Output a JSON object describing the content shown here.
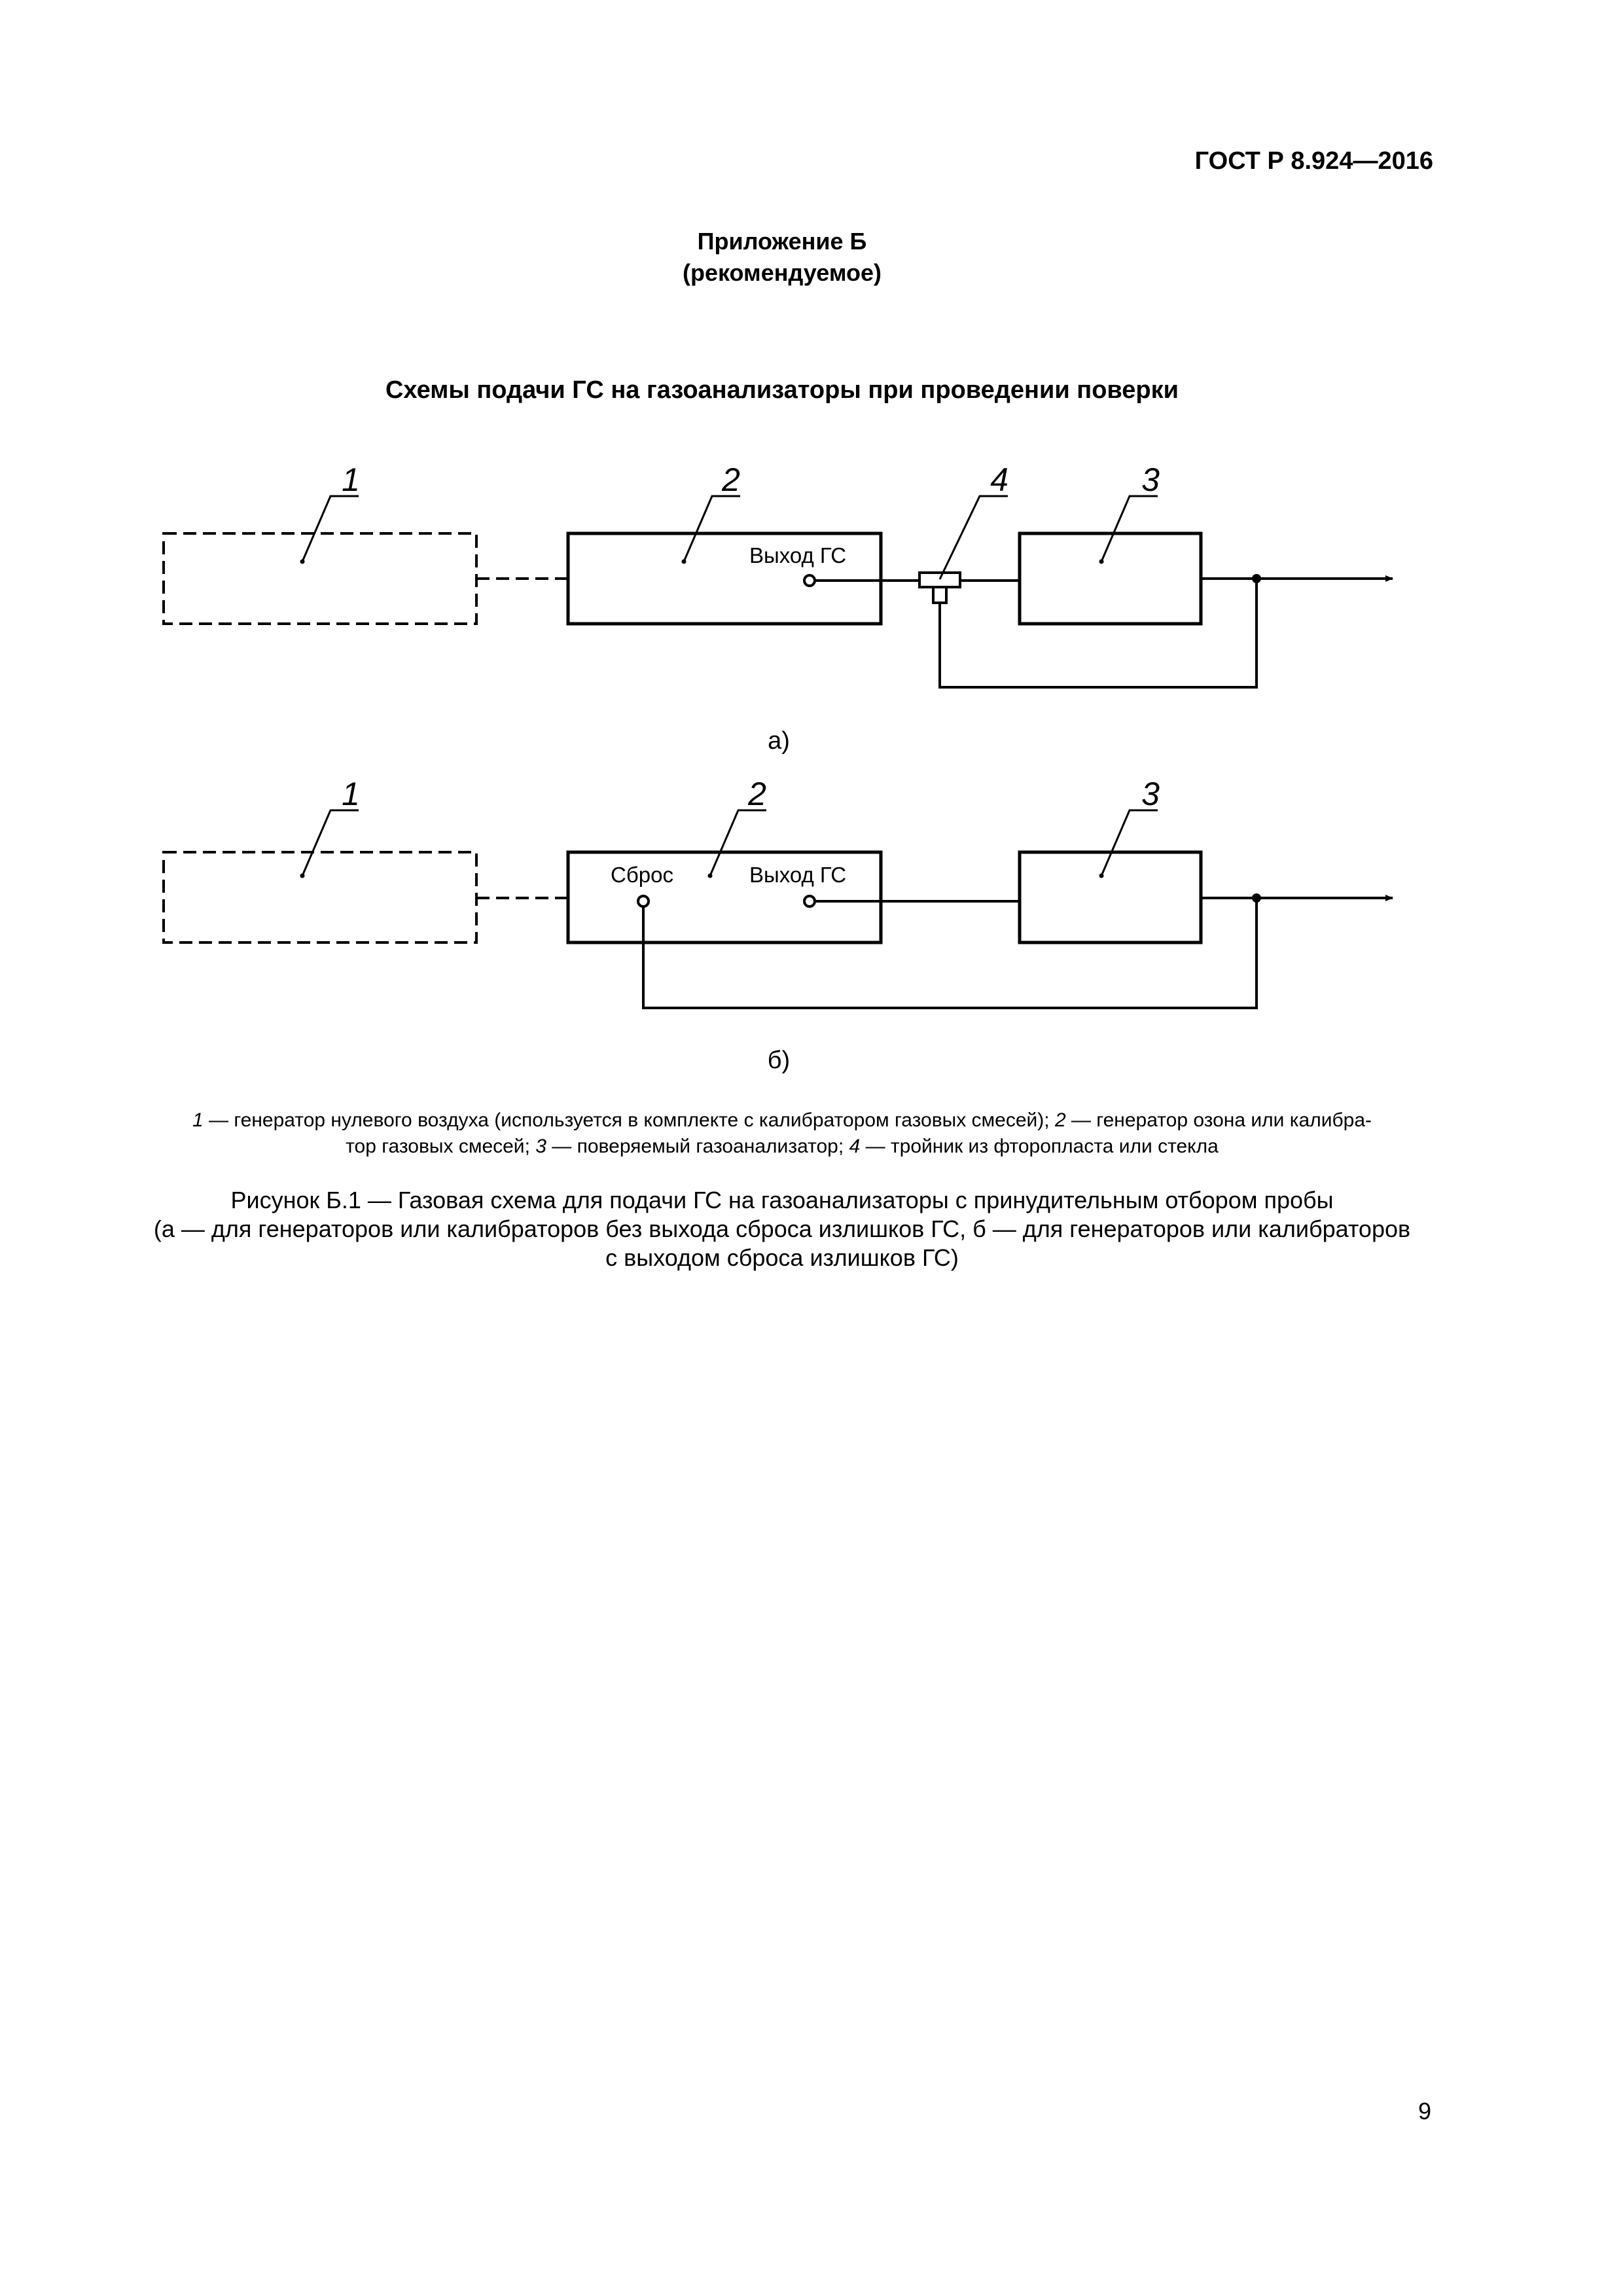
{
  "header": {
    "doc_code": "ГОСТ Р 8.924—2016"
  },
  "appendix": {
    "name": "Приложение Б",
    "status": "(рекомендуемое)"
  },
  "title": "Схемы подачи ГС на газоанализаторы при проведении поверки",
  "diagram_a": {
    "labels": {
      "n1": "1",
      "n2": "2",
      "n3": "3",
      "n4": "4"
    },
    "port_out": "Выход ГС",
    "caption": "а)"
  },
  "diagram_b": {
    "labels": {
      "n1": "1",
      "n2": "2",
      "n3": "3"
    },
    "port_vent": "Сброс",
    "port_out": "Выход ГС",
    "caption": "б)"
  },
  "legend": {
    "items": [
      {
        "num": "1",
        "text": " — генератор нулевого воздуха (используется в комплекте с калибратором газовых смесей); "
      },
      {
        "num": "2",
        "text": " — генератор озона или калибра-"
      },
      {
        "num": "",
        "text": "тор газовых смесей; "
      },
      {
        "num": "3",
        "text": " — поверяемый газоанализатор; "
      },
      {
        "num": "4",
        "text": " — тройник из фторопласта или стекла"
      }
    ]
  },
  "figure_caption": {
    "line1": "Рисунок Б.1 — Газовая схема для подачи ГС на газоанализаторы с принудительным отбором пробы",
    "line2": "(а — для генераторов или калибраторов без выхода сброса излишков ГС, б — для генераторов или калибраторов",
    "line3": "с выходом сброса излишков ГС)"
  },
  "page_number": "9"
}
